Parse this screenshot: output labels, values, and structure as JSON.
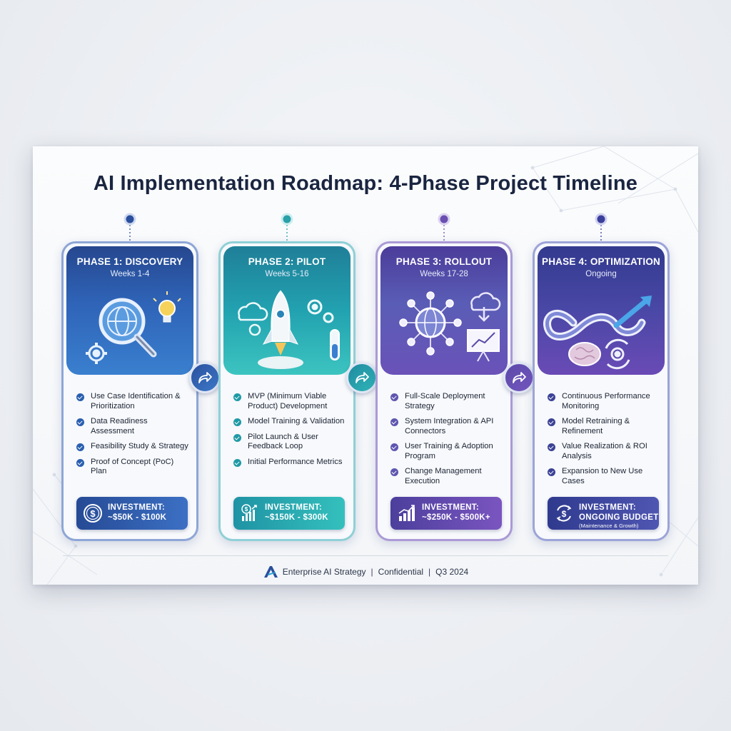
{
  "title": "AI Implementation Roadmap: 4-Phase Project Timeline",
  "colors": {
    "phase1": "#2a4f9c",
    "phase2": "#1f9aa6",
    "phase3": "#5a4aa8",
    "phase4": "#3b3f9c"
  },
  "phases": [
    {
      "title": "PHASE 1: DISCOVERY",
      "subtitle": "Weeks 1-4",
      "icons": [
        "globe-magnifier-icon",
        "lightbulb-icon",
        "gear-icon"
      ],
      "items": [
        "Use Case Identification & Prioritization",
        "Data Readiness Assessment",
        "Feasibility Study & Strategy",
        "Proof of Concept (PoC) Plan"
      ],
      "investment_label": "INVESTMENT:",
      "investment_value": "~$50K - $100K",
      "investment_icon": "dollar-coin-icon"
    },
    {
      "title": "PHASE 2: PILOT",
      "subtitle": "Weeks 5-16",
      "icons": [
        "cloud-gear-icon",
        "rocket-icon",
        "gears-icon",
        "test-tube-icon"
      ],
      "items": [
        "MVP (Minimum Viable Product) Development",
        "Model Training & Validation",
        "Pilot Launch & User Feedback Loop",
        "Initial Performance Metrics"
      ],
      "investment_label": "INVESTMENT:",
      "investment_value": "~$150K - $300K",
      "investment_icon": "growth-chart-icon"
    },
    {
      "title": "PHASE 3: ROLLOUT",
      "subtitle": "Weeks 17-28",
      "icons": [
        "network-globe-icon",
        "cloud-download-icon",
        "presentation-chart-icon"
      ],
      "items": [
        "Full-Scale Deployment Strategy",
        "System Integration & API Connectors",
        "User Training & Adoption Program",
        "Change Management Execution"
      ],
      "investment_label": "INVESTMENT:",
      "investment_value": "~$250K - $500K+",
      "investment_icon": "bar-chart-icon"
    },
    {
      "title": "PHASE 4: OPTIMIZATION",
      "subtitle": "Ongoing",
      "icons": [
        "infinity-arrow-icon",
        "brain-icon",
        "cycle-gear-icon"
      ],
      "items": [
        "Continuous Performance Monitoring",
        "Model Retraining & Refinement",
        "Value Realization & ROI Analysis",
        "Expansion to New Use Cases"
      ],
      "investment_label": "INVESTMENT:",
      "investment_value": "ONGOING BUDGET",
      "investment_note": "(Maintenance & Growth)",
      "investment_icon": "dollar-cycle-icon"
    }
  ],
  "footer": {
    "company": "Enterprise AI Strategy",
    "classification": "Confidential",
    "period": "Q3 2024",
    "separator": "|"
  }
}
